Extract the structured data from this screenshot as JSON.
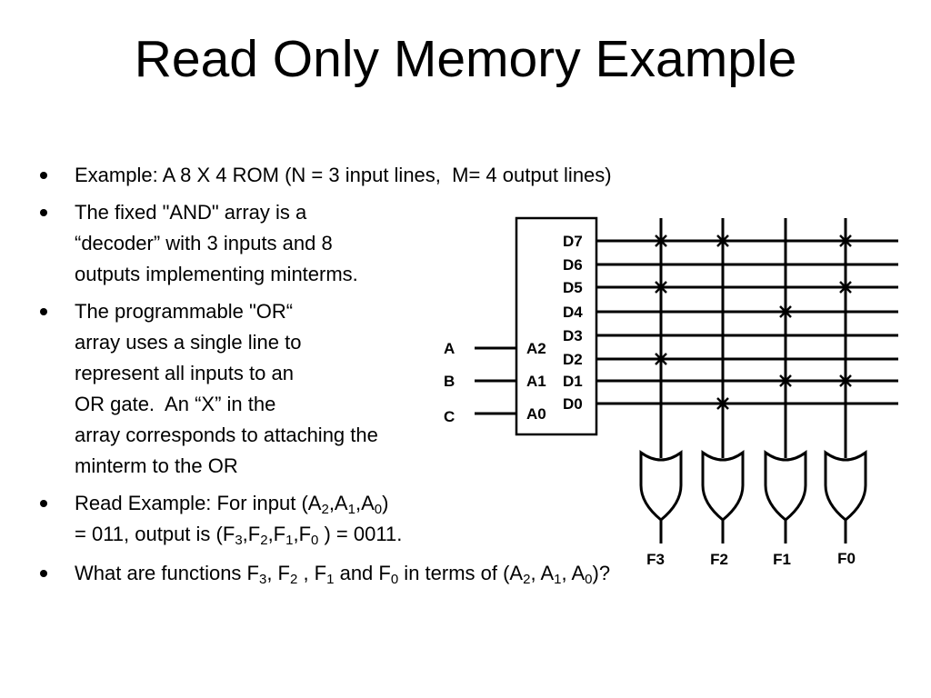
{
  "title": "Read Only Memory Example",
  "bullets": [
    {
      "lines": [
        "Example: A 8 X 4 ROM (N = 3 input lines,  M= 4 output lines)"
      ]
    },
    {
      "lines": [
        "The fixed \"AND\" array is a",
        "“decoder” with 3 inputs and 8",
        "outputs implementing minterms."
      ]
    },
    {
      "lines": [
        "The programmable \"OR“",
        "array uses a single line to",
        "represent all inputs to an",
        "OR gate.  An “X” in the",
        "array corresponds to attaching the",
        "minterm to the OR"
      ]
    },
    {
      "lines": []
    },
    {
      "lines": []
    }
  ],
  "read_example": {
    "l1_pre": "Read Example: For input (A",
    "s2": "2",
    "comma1": ",A",
    "s1": "1",
    "comma2": ",A",
    "s0": "0",
    "l1_post": ")",
    "l2_pre": "= 011, output is (F",
    "f3": "3",
    "c1": ",F",
    "f2": "2",
    "c2": ",F",
    "f1": "1",
    "c3": ",F",
    "f0": "0",
    "l2_post": " ) = 0011."
  },
  "question": {
    "p1": "What are functions F",
    "s3": "3",
    "p2": ", F",
    "s2": "2",
    "p3": " , F",
    "s1": "1",
    "p4": " and F",
    "s0": "0",
    "p5": " in terms of (A",
    "a2": "2",
    "p6": ", A",
    "a1": "1",
    "p7": ", A",
    "a0": "0",
    "p8": ")?"
  },
  "diagram": {
    "inputs": [
      "A",
      "B",
      "C"
    ],
    "address_labels": [
      "A2",
      "A1",
      "A0"
    ],
    "decoder_outputs": [
      "D7",
      "D6",
      "D5",
      "D4",
      "D3",
      "D2",
      "D1",
      "D0"
    ],
    "outputs": [
      "F3",
      "F2",
      "F1",
      "F0"
    ],
    "connections": {
      "D7": [
        "F3",
        "F2",
        "F0"
      ],
      "D6": [],
      "D5": [
        "F3",
        "F0"
      ],
      "D4": [
        "F1"
      ],
      "D3": [],
      "D2": [
        "F3"
      ],
      "D1": [
        "F1",
        "F0"
      ],
      "D0": [
        "F2"
      ]
    }
  }
}
